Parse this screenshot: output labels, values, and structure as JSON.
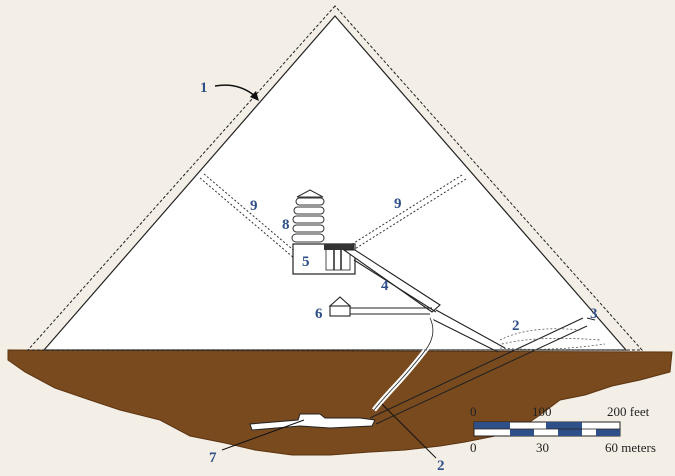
{
  "labels": {
    "l1": "1",
    "l2a": "2",
    "l2b": "2",
    "l3": "3",
    "l4": "4",
    "l5": "5",
    "l6": "6",
    "l7": "7",
    "l8": "8",
    "l9a": "9",
    "l9b": "9"
  },
  "scale": {
    "feet_ticks": [
      "0",
      "100",
      "200 feet"
    ],
    "meter_ticks": [
      "0",
      "30",
      "60 meters"
    ]
  },
  "colors": {
    "background": "#f4efe6",
    "ground": "#7a4a1f",
    "ground_edge": "#5a3412",
    "label": "#2f4f88",
    "scale_fill": "#2f4f88"
  }
}
